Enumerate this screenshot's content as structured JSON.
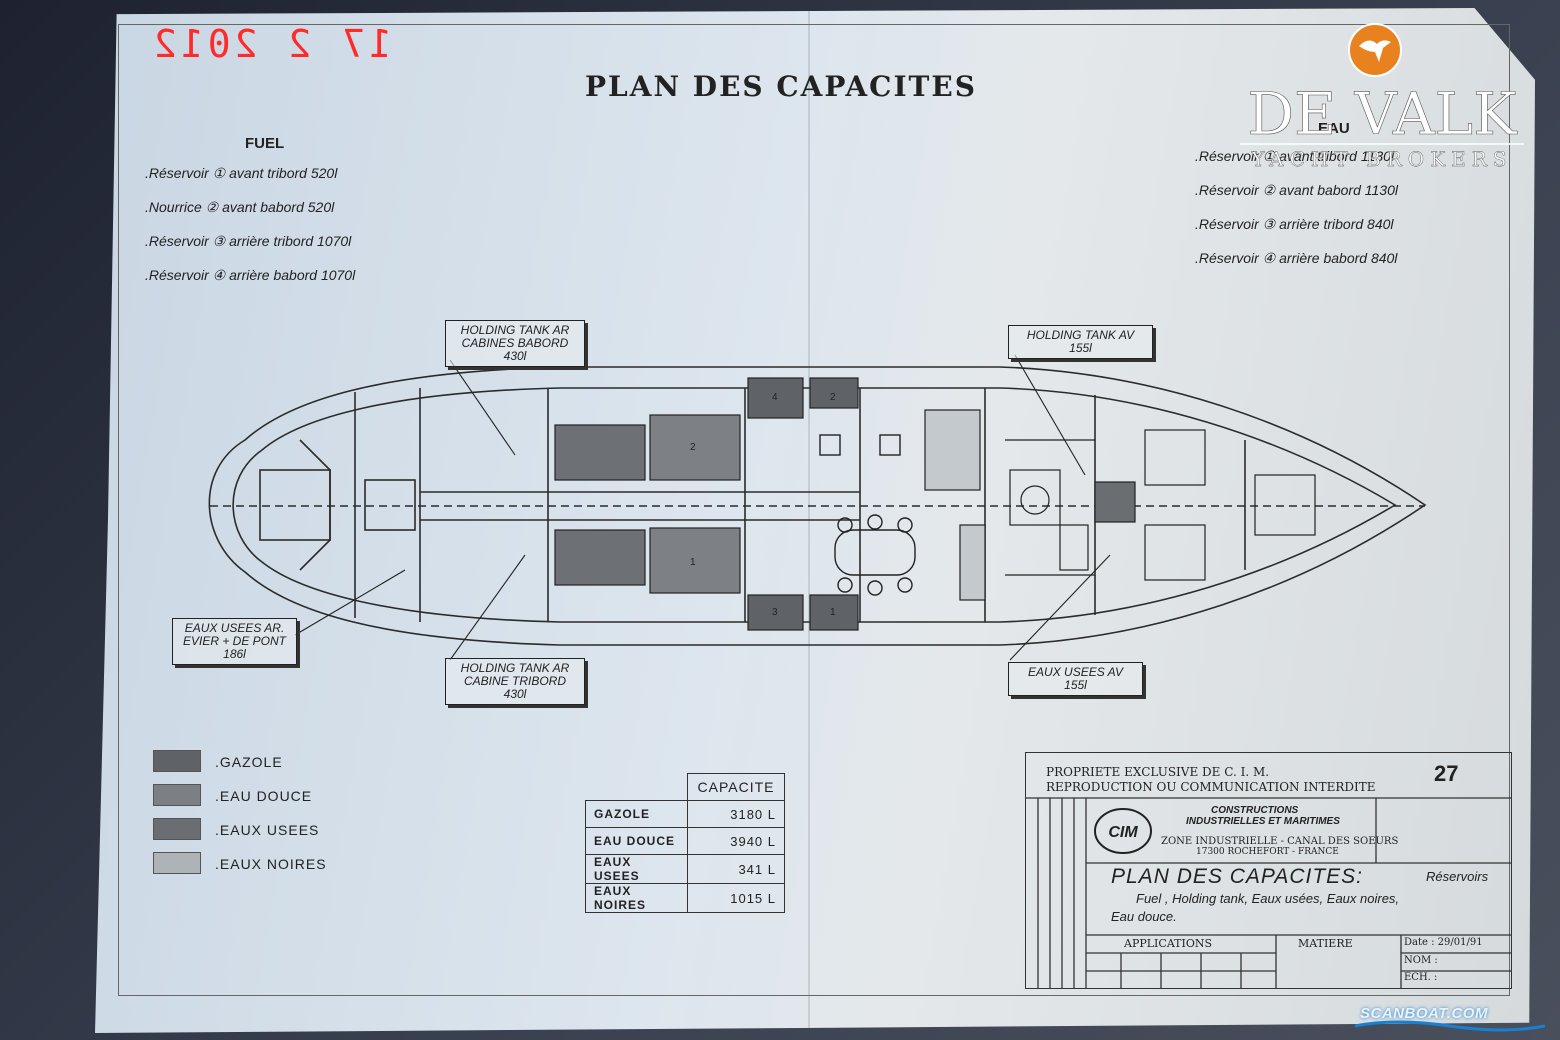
{
  "datestamp": "17 2 2012",
  "title": "PLAN DES CAPACITES",
  "fuel": {
    "heading": "FUEL",
    "items": [
      ".Réservoir ① avant tribord 520l",
      ".Nourrice ② avant babord 520l",
      ".Réservoir ③ arrière tribord 1070l",
      ".Réservoir ④ arrière babord 1070l"
    ]
  },
  "eau": {
    "heading": "EAU",
    "items": [
      ".Réservoir ① avant tribord 1130l",
      ".Réservoir ② avant babord 1130l",
      ".Réservoir ③ arrière tribord 840l",
      ".Réservoir ④ arrière babord 840l"
    ]
  },
  "callouts": {
    "holding_ar_babord": [
      "HOLDING TANK AR",
      "CABINES BABORD",
      "430l"
    ],
    "holding_av": [
      "HOLDING TANK AV",
      "155l"
    ],
    "eaux_usees_ar": [
      "EAUX USEES AR.",
      "EVIER + DE PONT",
      "186l"
    ],
    "holding_ar_tribord": [
      "HOLDING TANK AR",
      "CABINE TRIBORD",
      "430l"
    ],
    "eaux_usees_av": [
      "EAUX USEES AV",
      "155l"
    ]
  },
  "legend": [
    {
      "label": ".GAZOLE",
      "color": "#5f6368"
    },
    {
      "label": ".EAU DOUCE",
      "color": "#7c8085"
    },
    {
      "label": ".EAUX USEES",
      "color": "#6a6e73"
    },
    {
      "label": ".EAUX NOIRES",
      "color": "#aeb3b7"
    }
  ],
  "capacity_table": {
    "header": "CAPACITE",
    "rows": [
      {
        "name": "GAZOLE",
        "value": "3180 L"
      },
      {
        "name": "EAU DOUCE",
        "value": "3940 L"
      },
      {
        "name": "EAUX USEES",
        "value": "341 L"
      },
      {
        "name": "EAUX NOIRES",
        "value": "1015 L"
      }
    ]
  },
  "title_block": {
    "line1": "PROPRIETE EXCLUSIVE DE C. I. M.",
    "line2": "REPRODUCTION OU COMMUNICATION INTERDITE",
    "sheet_number": "27",
    "company1": "CONSTRUCTIONS",
    "company2": "INDUSTRIELLES ET MARITIMES",
    "address1": "ZONE INDUSTRIELLE - CANAL DES SOEURS",
    "address2": "17300 ROCHEFORT - FRANCE",
    "logo_text": "CIM",
    "drawing_title": "PLAN DES CAPACITES:",
    "drawing_sub1": "Réservoirs",
    "drawing_sub2": "Fuel , Holding tank, Eaux usées, Eaux noires,",
    "drawing_sub3": "Eau douce.",
    "applications": "APPLICATIONS",
    "matiere": "MATIERE",
    "date": "Date : 29/01/91",
    "nom": "NOM :",
    "ech": "ECH. :"
  },
  "watermark": {
    "brand": "DE VALK",
    "sub": "YACHT BROKERS",
    "accent": "#e8821e"
  },
  "scanboat": "SCANBOAT.COM"
}
